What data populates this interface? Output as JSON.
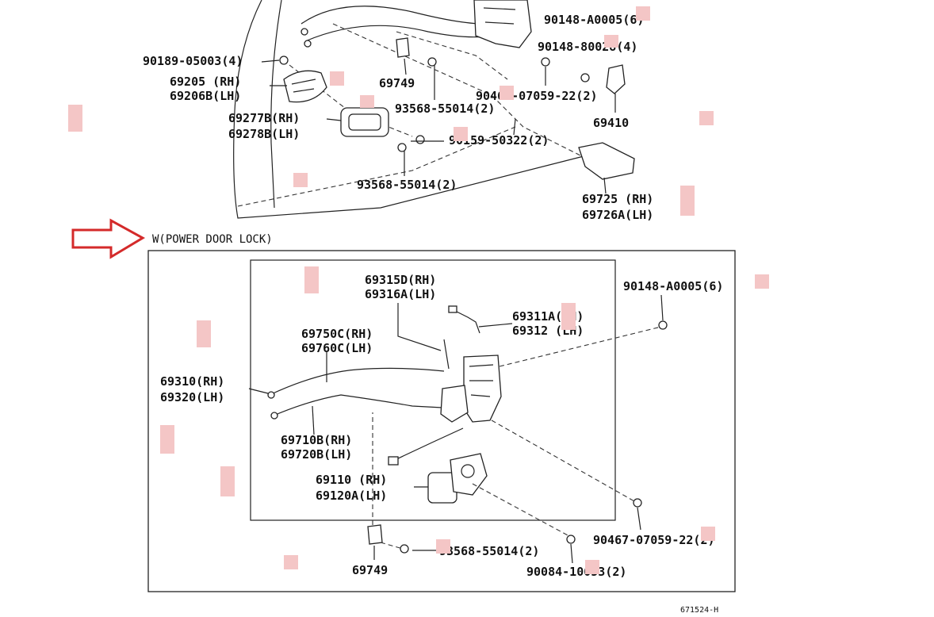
{
  "upper": {
    "labels": {
      "p_90148_a0005": "90148-A0005(6)",
      "p_90148_80028": "90148-80028(4)",
      "p_90189_05003": "90189-05003(4)",
      "p_69205": "69205 (RH)",
      "p_69206b": "69206B(LH)",
      "p_69749": "69749",
      "p_93568_55014_a": "93568-55014(2)",
      "p_90467_07059": "90467-07059-22(2)",
      "p_69410": "69410",
      "p_69277b": "69277B(RH)",
      "p_69278b": "69278B(LH)",
      "p_90159_50322": "90159-50322(2)",
      "p_93568_55014_b": "93568-55014(2)",
      "p_69725": "69725 (RH)",
      "p_69726a": "69726A(LH)"
    }
  },
  "section_title": "W(POWER DOOR LOCK)",
  "lower": {
    "labels": {
      "p_69315d": "69315D(RH)",
      "p_69316a": "69316A(LH)",
      "p_90148_a0005": "90148-A0005(6)",
      "p_69311a": "69311A(RH)",
      "p_69312": "69312 (LH)",
      "p_69750c": "69750C(RH)",
      "p_69760c": "69760C(LH)",
      "p_69310": "69310(RH)",
      "p_69320": "69320(LH)",
      "p_69710b": "69710B(RH)",
      "p_69720b": "69720B(LH)",
      "p_69110": "69110 (RH)",
      "p_69120a": "69120A(LH)",
      "p_90467_07059": "90467-07059-22(2)",
      "p_93568_55014": "93568-55014(2)",
      "p_69749": "69749",
      "p_90084_10053": "90084-10053(2)"
    }
  },
  "figure_code": "671524-H",
  "colors": {
    "arrow": "#d42a2a",
    "highlight_marks": "#f4c6c6",
    "line": "#222222"
  },
  "icons": {
    "callout": "right-arrow-outline-icon"
  }
}
